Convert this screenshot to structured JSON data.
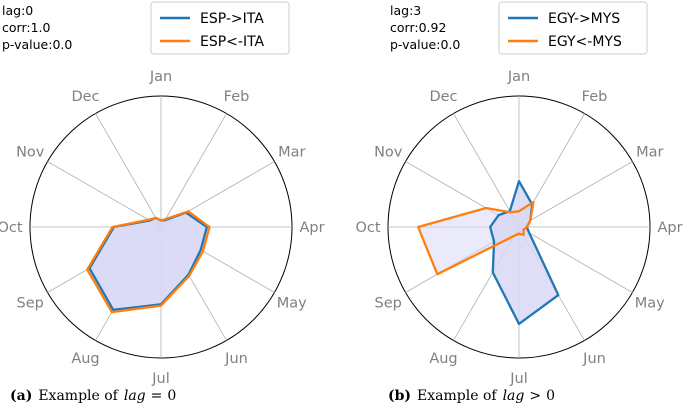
{
  "chart_data": [
    {
      "type": "radar",
      "categories": [
        "Jan",
        "Feb",
        "Mar",
        "Apr",
        "May",
        "Jun",
        "Jul",
        "Aug",
        "Sep",
        "Oct",
        "Nov",
        "Dec"
      ],
      "stats": [
        "lag:0",
        "corr:1.0",
        "p-value:0.0"
      ],
      "rmax": 1.0,
      "grid": true,
      "legend_position": "top-center",
      "fill_color": "#d9d8f5",
      "series": [
        {
          "name": "ESP->ITA",
          "color": "#1f77b4",
          "values": [
            0.05,
            0.06,
            0.22,
            0.35,
            0.35,
            0.42,
            0.59,
            0.73,
            0.63,
            0.36,
            0.1,
            0.08
          ]
        },
        {
          "name": "ESP<-ITA",
          "color": "#ff7f0e",
          "values": [
            0.05,
            0.07,
            0.24,
            0.37,
            0.37,
            0.43,
            0.6,
            0.75,
            0.65,
            0.37,
            0.11,
            0.08
          ]
        }
      ],
      "caption": {
        "label": "(a)",
        "text": "Example of",
        "math_lhs": "lag",
        "math_op": "=",
        "math_rhs": "0"
      }
    },
    {
      "type": "radar",
      "categories": [
        "Jan",
        "Feb",
        "Mar",
        "Apr",
        "May",
        "Jun",
        "Jul",
        "Aug",
        "Sep",
        "Oct",
        "Nov",
        "Dec"
      ],
      "stats": [
        "lag:3",
        "corr:0.92",
        "p-value:0.0"
      ],
      "rmax": 1.0,
      "grid": true,
      "legend_position": "top-center",
      "fill_color": "#d9d8f5",
      "series": [
        {
          "name": "EGY->MYS",
          "color": "#1f77b4",
          "values": [
            0.35,
            0.2,
            0.1,
            0.06,
            0.09,
            0.6,
            0.74,
            0.4,
            0.22,
            0.22,
            0.18,
            0.14
          ]
        },
        {
          "name": "EGY<-MYS",
          "color": "#ff7f0e",
          "values": [
            0.12,
            0.22,
            0.1,
            0.06,
            0.04,
            0.07,
            0.05,
            0.08,
            0.72,
            0.77,
            0.29,
            0.13
          ]
        }
      ],
      "caption": {
        "label": "(b)",
        "text": "Example of",
        "math_lhs": "lag",
        "math_op": ">",
        "math_rhs": "0"
      }
    }
  ]
}
